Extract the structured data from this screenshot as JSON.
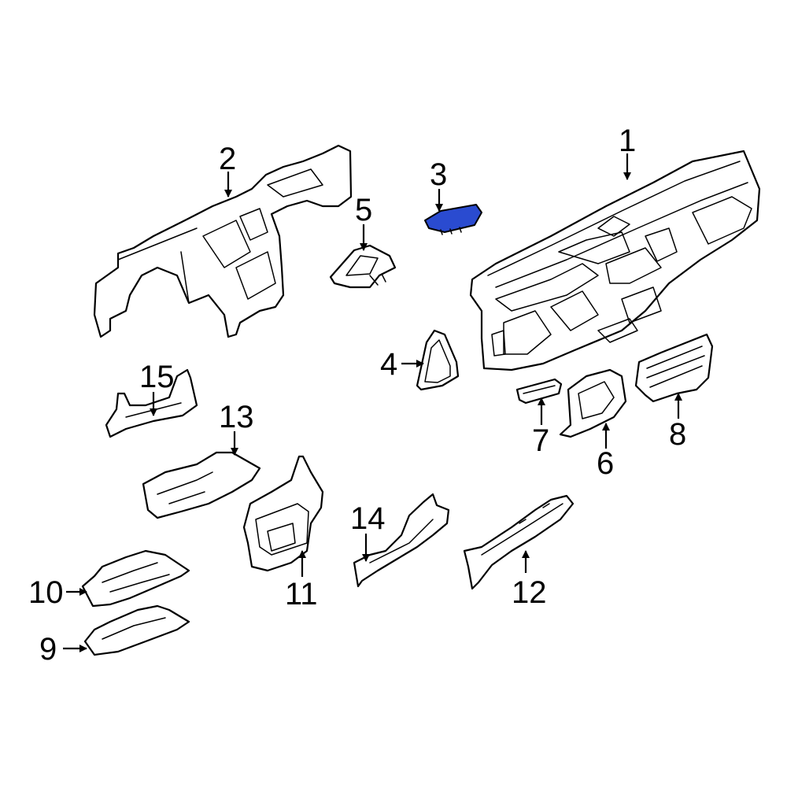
{
  "colors": {
    "highlight": "#2a4bd0",
    "line": "#000000",
    "background": "#ffffff"
  },
  "callouts": [
    {
      "id": "c1",
      "label": "1"
    },
    {
      "id": "c2",
      "label": "2"
    },
    {
      "id": "c3",
      "label": "3"
    },
    {
      "id": "c4",
      "label": "4"
    },
    {
      "id": "c5",
      "label": "5"
    },
    {
      "id": "c6",
      "label": "6"
    },
    {
      "id": "c7",
      "label": "7"
    },
    {
      "id": "c8",
      "label": "8"
    },
    {
      "id": "c9",
      "label": "9"
    },
    {
      "id": "c10",
      "label": "10"
    },
    {
      "id": "c11",
      "label": "11"
    },
    {
      "id": "c12",
      "label": "12"
    },
    {
      "id": "c13",
      "label": "13"
    },
    {
      "id": "c14",
      "label": "14"
    },
    {
      "id": "c15",
      "label": "15"
    }
  ]
}
